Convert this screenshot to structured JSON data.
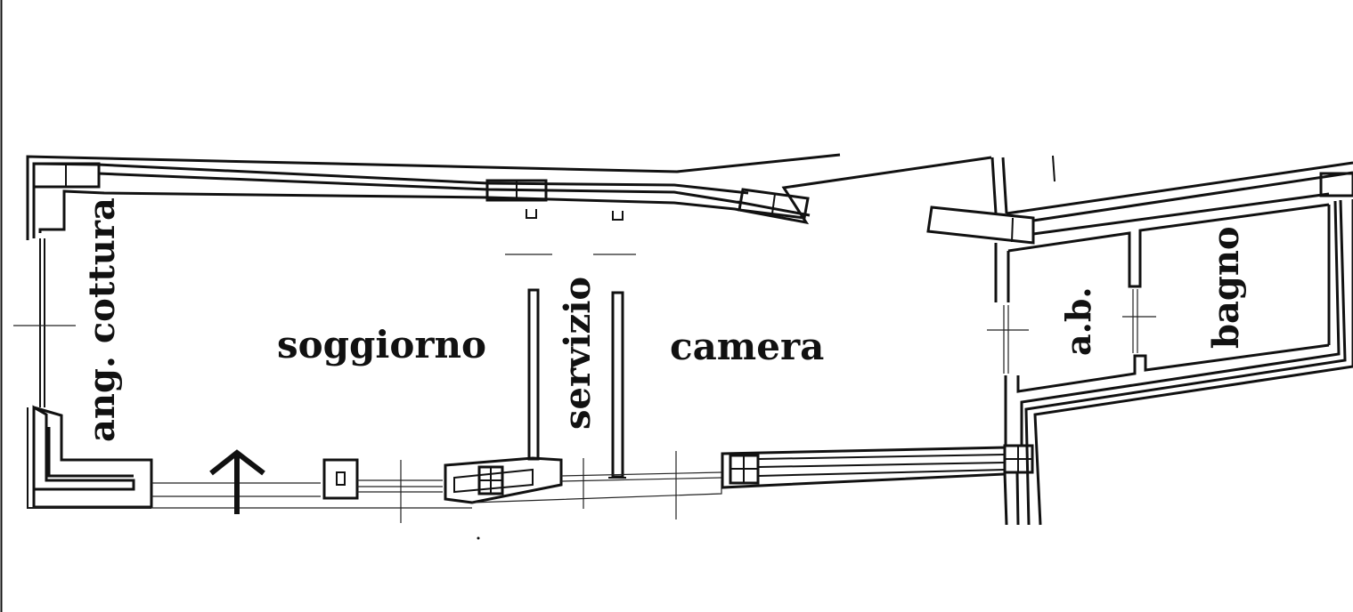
{
  "rooms": {
    "angolo_cottura": "ang. cottura",
    "soggiorno": "soggiorno",
    "servizio": "servizio",
    "camera": "camera",
    "antibagno": "a.b.",
    "bagno": "bagno"
  },
  "colors": {
    "wall": "#111111",
    "background": "#ffffff"
  },
  "icons": {
    "entrance": "arrow-up-icon"
  }
}
